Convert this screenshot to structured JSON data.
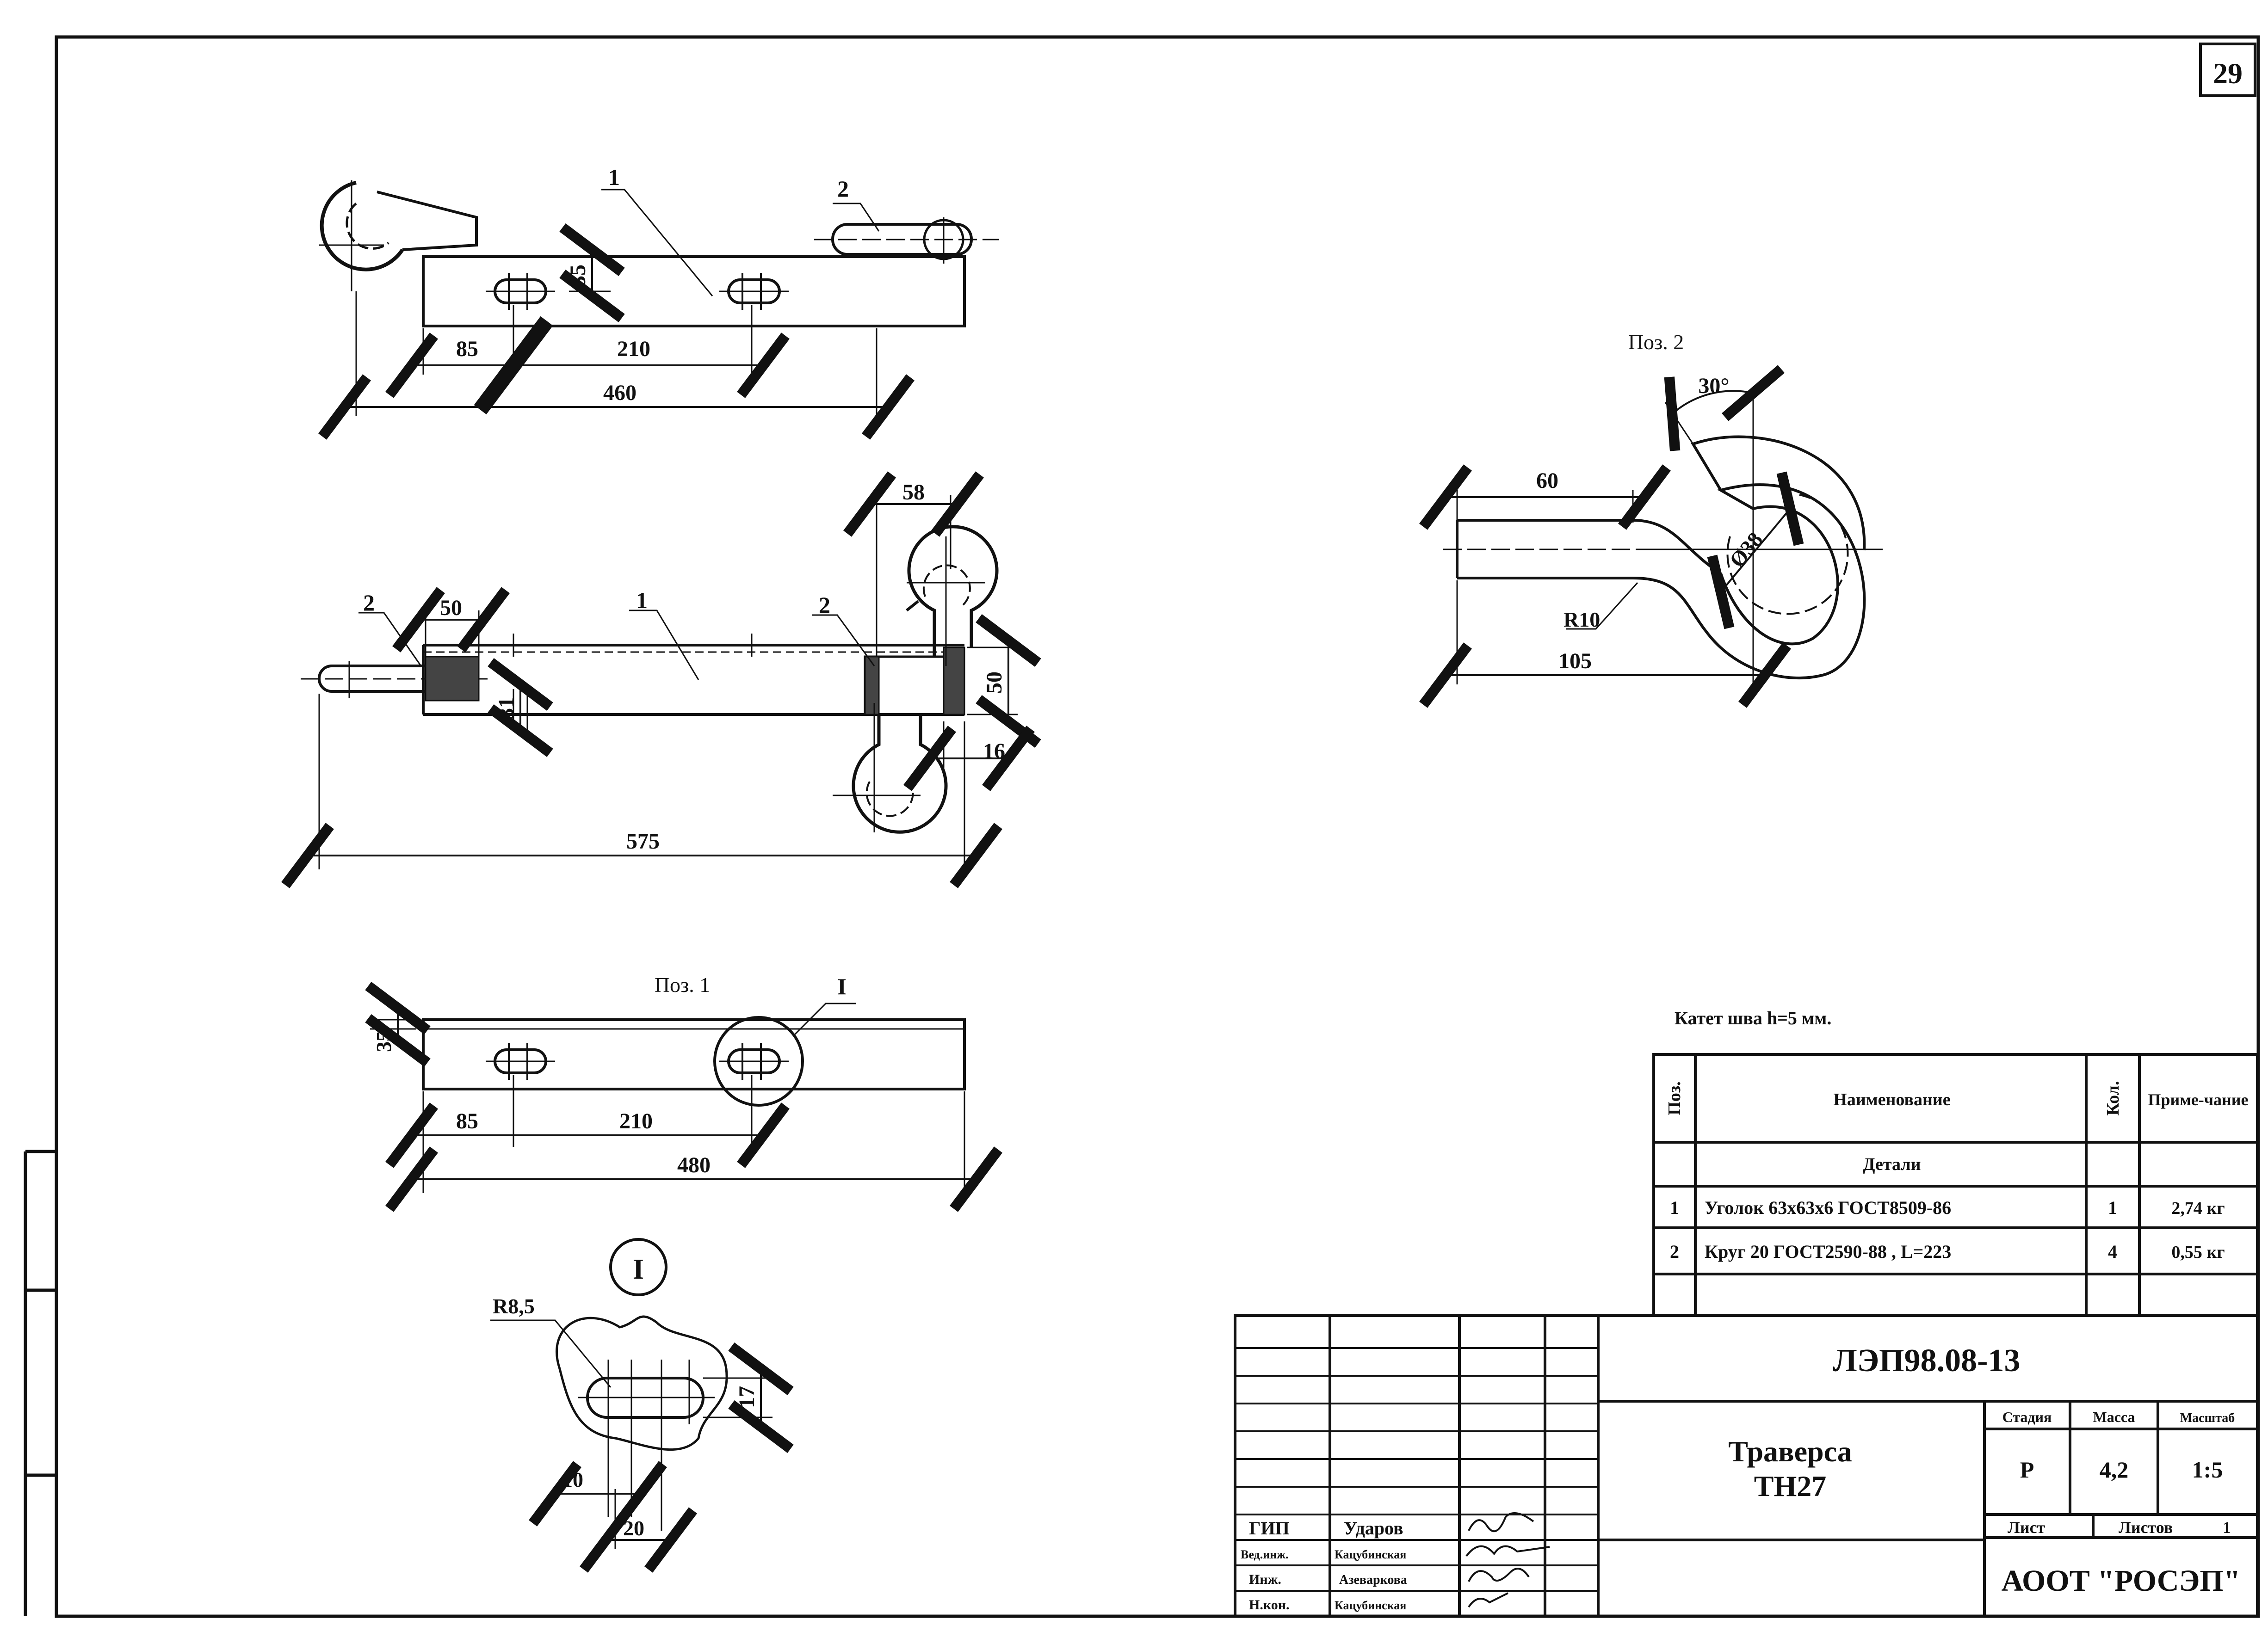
{
  "sheet_number": "29",
  "views": {
    "top": {
      "pos1": "1",
      "pos2": "2",
      "dim_35": "35",
      "dim_85": "85",
      "dim_210": "210",
      "dim_460": "460"
    },
    "middle": {
      "pos1": "1",
      "pos2_left": "2",
      "pos2_right": "2",
      "dim_58": "58",
      "dim_50_top": "50",
      "dim_50_side": "50",
      "dim_31": "31",
      "dim_16": "16",
      "dim_575": "575"
    },
    "pos1": {
      "title": "Поз. 1",
      "callout": "I",
      "dim_35": "35",
      "dim_85": "85",
      "dim_210": "210",
      "dim_480": "480"
    },
    "detail": {
      "label": "I",
      "r": "R8,5",
      "dim_17": "17",
      "dim_10": "10",
      "dim_20": "20"
    },
    "pos2": {
      "title": "Поз. 2",
      "angle": "30°",
      "dim_60": "60",
      "dia": "Ø38",
      "r10": "R10",
      "dim_105": "105"
    }
  },
  "weld_note": "Катет шва h=5 мм.",
  "spec": {
    "headers": {
      "pos": "Поз.",
      "name": "Наименование",
      "qty": "Кол.",
      "note": "Приме-чание"
    },
    "section": "Детали",
    "rows": [
      {
        "pos": "1",
        "name": "Уголок 63х63х6 ГОСТ8509-86",
        "qty": "1",
        "note": "2,74 кг"
      },
      {
        "pos": "2",
        "name": "Круг 20 ГОСТ2590-88 , L=223",
        "qty": "4",
        "note": "0,55 кг"
      }
    ]
  },
  "title_block": {
    "code": "ЛЭП98.08-13",
    "name_line1": "Траверса",
    "name_line2": "ТН27",
    "stage_label": "Стадия",
    "mass_label": "Масса",
    "scale_label": "Масштаб",
    "stage": "Р",
    "mass": "4,2",
    "scale": "1:5",
    "sheet_label": "Лист",
    "sheets_label": "Листов",
    "sheets": "1",
    "org": "АООТ \"РОСЭП\"",
    "signatures": [
      {
        "role": "ГИП",
        "name": "Ударов"
      },
      {
        "role": "Вед.инж.",
        "name": "Кацубинская"
      },
      {
        "role": "Инж.",
        "name": "Азеваркова"
      },
      {
        "role": "Н.кон.",
        "name": "Кацубинская"
      }
    ]
  }
}
